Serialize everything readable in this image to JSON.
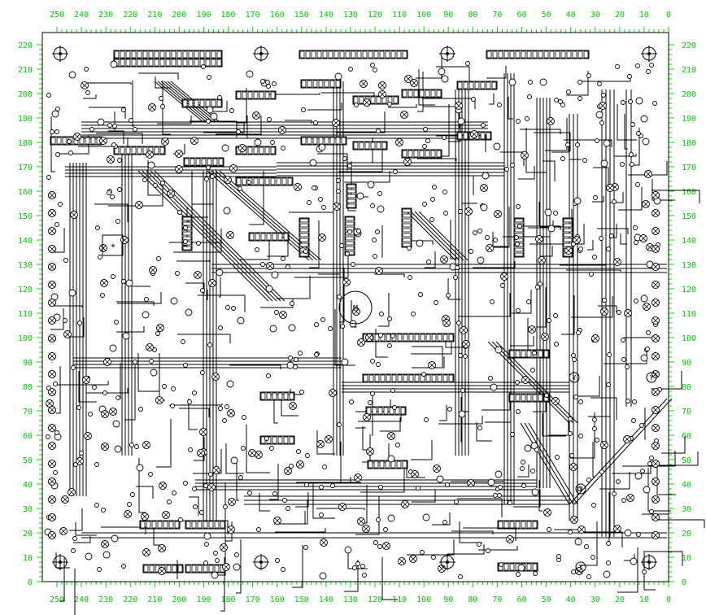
{
  "colors": {
    "background": "#ffffff",
    "ruler": "#00dd00",
    "ruler_text": "#00cc00",
    "board_outline": "#000000",
    "traces": "#000000"
  },
  "rulers": {
    "top_labels": [
      "250",
      "240",
      "230",
      "220",
      "210",
      "200",
      "190",
      "180",
      "170",
      "160",
      "150",
      "140",
      "130",
      "120",
      "110",
      "100",
      "90",
      "80",
      "70",
      "60",
      "50",
      "40",
      "30",
      "20",
      "10",
      "0"
    ],
    "bottom_labels": [
      "250",
      "240",
      "230",
      "220",
      "210",
      "200",
      "190",
      "180",
      "170",
      "160",
      "150",
      "140",
      "130",
      "120",
      "110",
      "100",
      "90",
      "80",
      "70",
      "60",
      "50",
      "40",
      "30",
      "20",
      "10",
      "0"
    ],
    "left_labels": [
      "220",
      "210",
      "200",
      "190",
      "180",
      "170",
      "160",
      "150",
      "140",
      "130",
      "120",
      "110",
      "100",
      "90",
      "80",
      "70",
      "60",
      "50",
      "40",
      "30",
      "20",
      "10",
      "0"
    ],
    "right_labels": [
      "220",
      "210",
      "200",
      "190",
      "180",
      "170",
      "160",
      "150",
      "140",
      "130",
      "120",
      "110",
      "100",
      "90",
      "80",
      "70",
      "60",
      "50",
      "40",
      "30",
      "20",
      "10",
      "0"
    ]
  },
  "board": {
    "component_labels": {
      "center_component": "M",
      "left_component": "+",
      "y_marks": [
        "Y",
        "Y",
        "Y",
        "Y"
      ]
    },
    "mounting_hole_icon": "mounting-hole-icon"
  }
}
